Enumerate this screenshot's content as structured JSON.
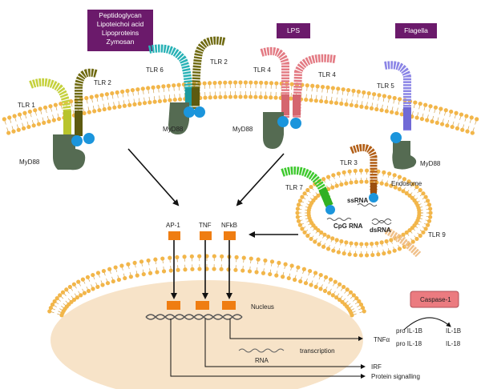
{
  "ligands": {
    "pamp_lines": [
      "Peptidoglycan",
      "Lipoteichoi acid",
      "Lipoproteins",
      "Zymosan"
    ],
    "lps": "LPS",
    "flagella": "Flagella"
  },
  "receptors": {
    "tlr1": "TLR 1",
    "tlr2a": "TLR 2",
    "tlr6": "TLR 6",
    "tlr2b": "TLR 2",
    "tlr4a": "TLR 4",
    "tlr4b": "TLR 4",
    "tlr5": "TLR 5",
    "tlr7": "TLR 7",
    "tlr3": "TLR 3",
    "tlr9": "TLR 9"
  },
  "adaptors": {
    "myd88_1": "MyD88",
    "myd88_2": "MyD88",
    "myd88_3": "MyD88",
    "myd88_4": "MyD88"
  },
  "endosome": {
    "title": "Endosome",
    "ssrna": "ssRNA",
    "cpg": "CpG RNA",
    "dsrna": "dsRNA"
  },
  "factors": {
    "ap1": "AP-1",
    "tnf": "TNF",
    "nfkb": "NFkB"
  },
  "nucleus": {
    "title": "Nucleus",
    "transcription": "transcription",
    "rna": "RNA"
  },
  "outputs": {
    "caspase": "Caspase-1",
    "tnfa": "TNFα",
    "pro_il1b": "pro IL-1B",
    "pro_il18": "pro IL-18",
    "il1b": "IL-1B",
    "il18": "IL-18",
    "irf": "IRF",
    "protein": "Protein signalling"
  },
  "colors": {
    "membrane_head": "#f2b64a",
    "purple_box": "#6b1a6b",
    "myd88": "#556b52",
    "tir_blue": "#1b95dc",
    "nucleus_fill": "#f7e3c8",
    "factor_orange": "#ef7d12",
    "caspase_fill": "#eb7b80"
  }
}
